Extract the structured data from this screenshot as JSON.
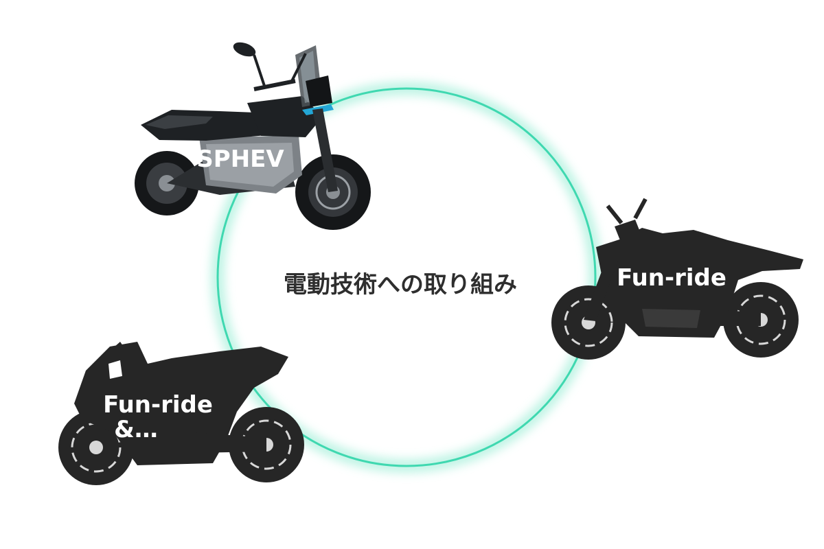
{
  "center_label": "電動技術への取り組み",
  "bikes": [
    {
      "label": "SPHEV",
      "kind": "adventure-scooter-photo"
    },
    {
      "label": "Fun-ride",
      "kind": "naked-bike-silhouette"
    },
    {
      "label_lines": [
        "Fun-ride",
        "&…"
      ],
      "kind": "sport-bike-silhouette"
    }
  ],
  "colors": {
    "ring": "#3fd8b0",
    "ring_glow": "#b9f3e2",
    "silhouette": "#262626",
    "photo_body": "#1e2124",
    "photo_panel": "#7d8287",
    "accent": "#23a6d5",
    "text_dark": "#2e2e2e",
    "label_text": "#ffffff"
  }
}
